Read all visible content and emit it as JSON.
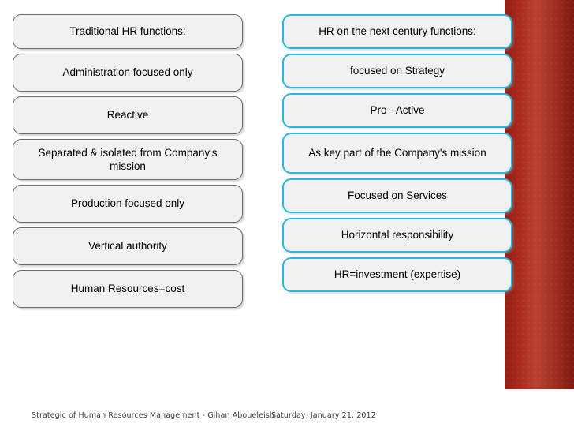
{
  "slide": {
    "left_column": {
      "heading": "Traditional HR functions:",
      "items": [
        "Administration focused only",
        "Reactive",
        "Separated & isolated from Company's mission",
        "Production focused only",
        "Vertical authority",
        "Human Resources=cost"
      ]
    },
    "right_column": {
      "heading": "HR on the next century functions:",
      "items": [
        "focused on Strategy",
        "Pro - Active",
        "As key part of the Company's mission",
        "Focused on Services",
        "Horizontal responsibility",
        "HR=investment (expertise)"
      ]
    },
    "footer": {
      "left_text": "Strategic of Human Resources Management - Gihan Aboueleish",
      "date_text": "Saturday, January 21, 2012"
    },
    "colors": {
      "left_box_border": "#6b6b6b",
      "right_box_border": "#2bb7e0",
      "box_fill": "#f1f1f1",
      "band": "#a8281b"
    }
  }
}
